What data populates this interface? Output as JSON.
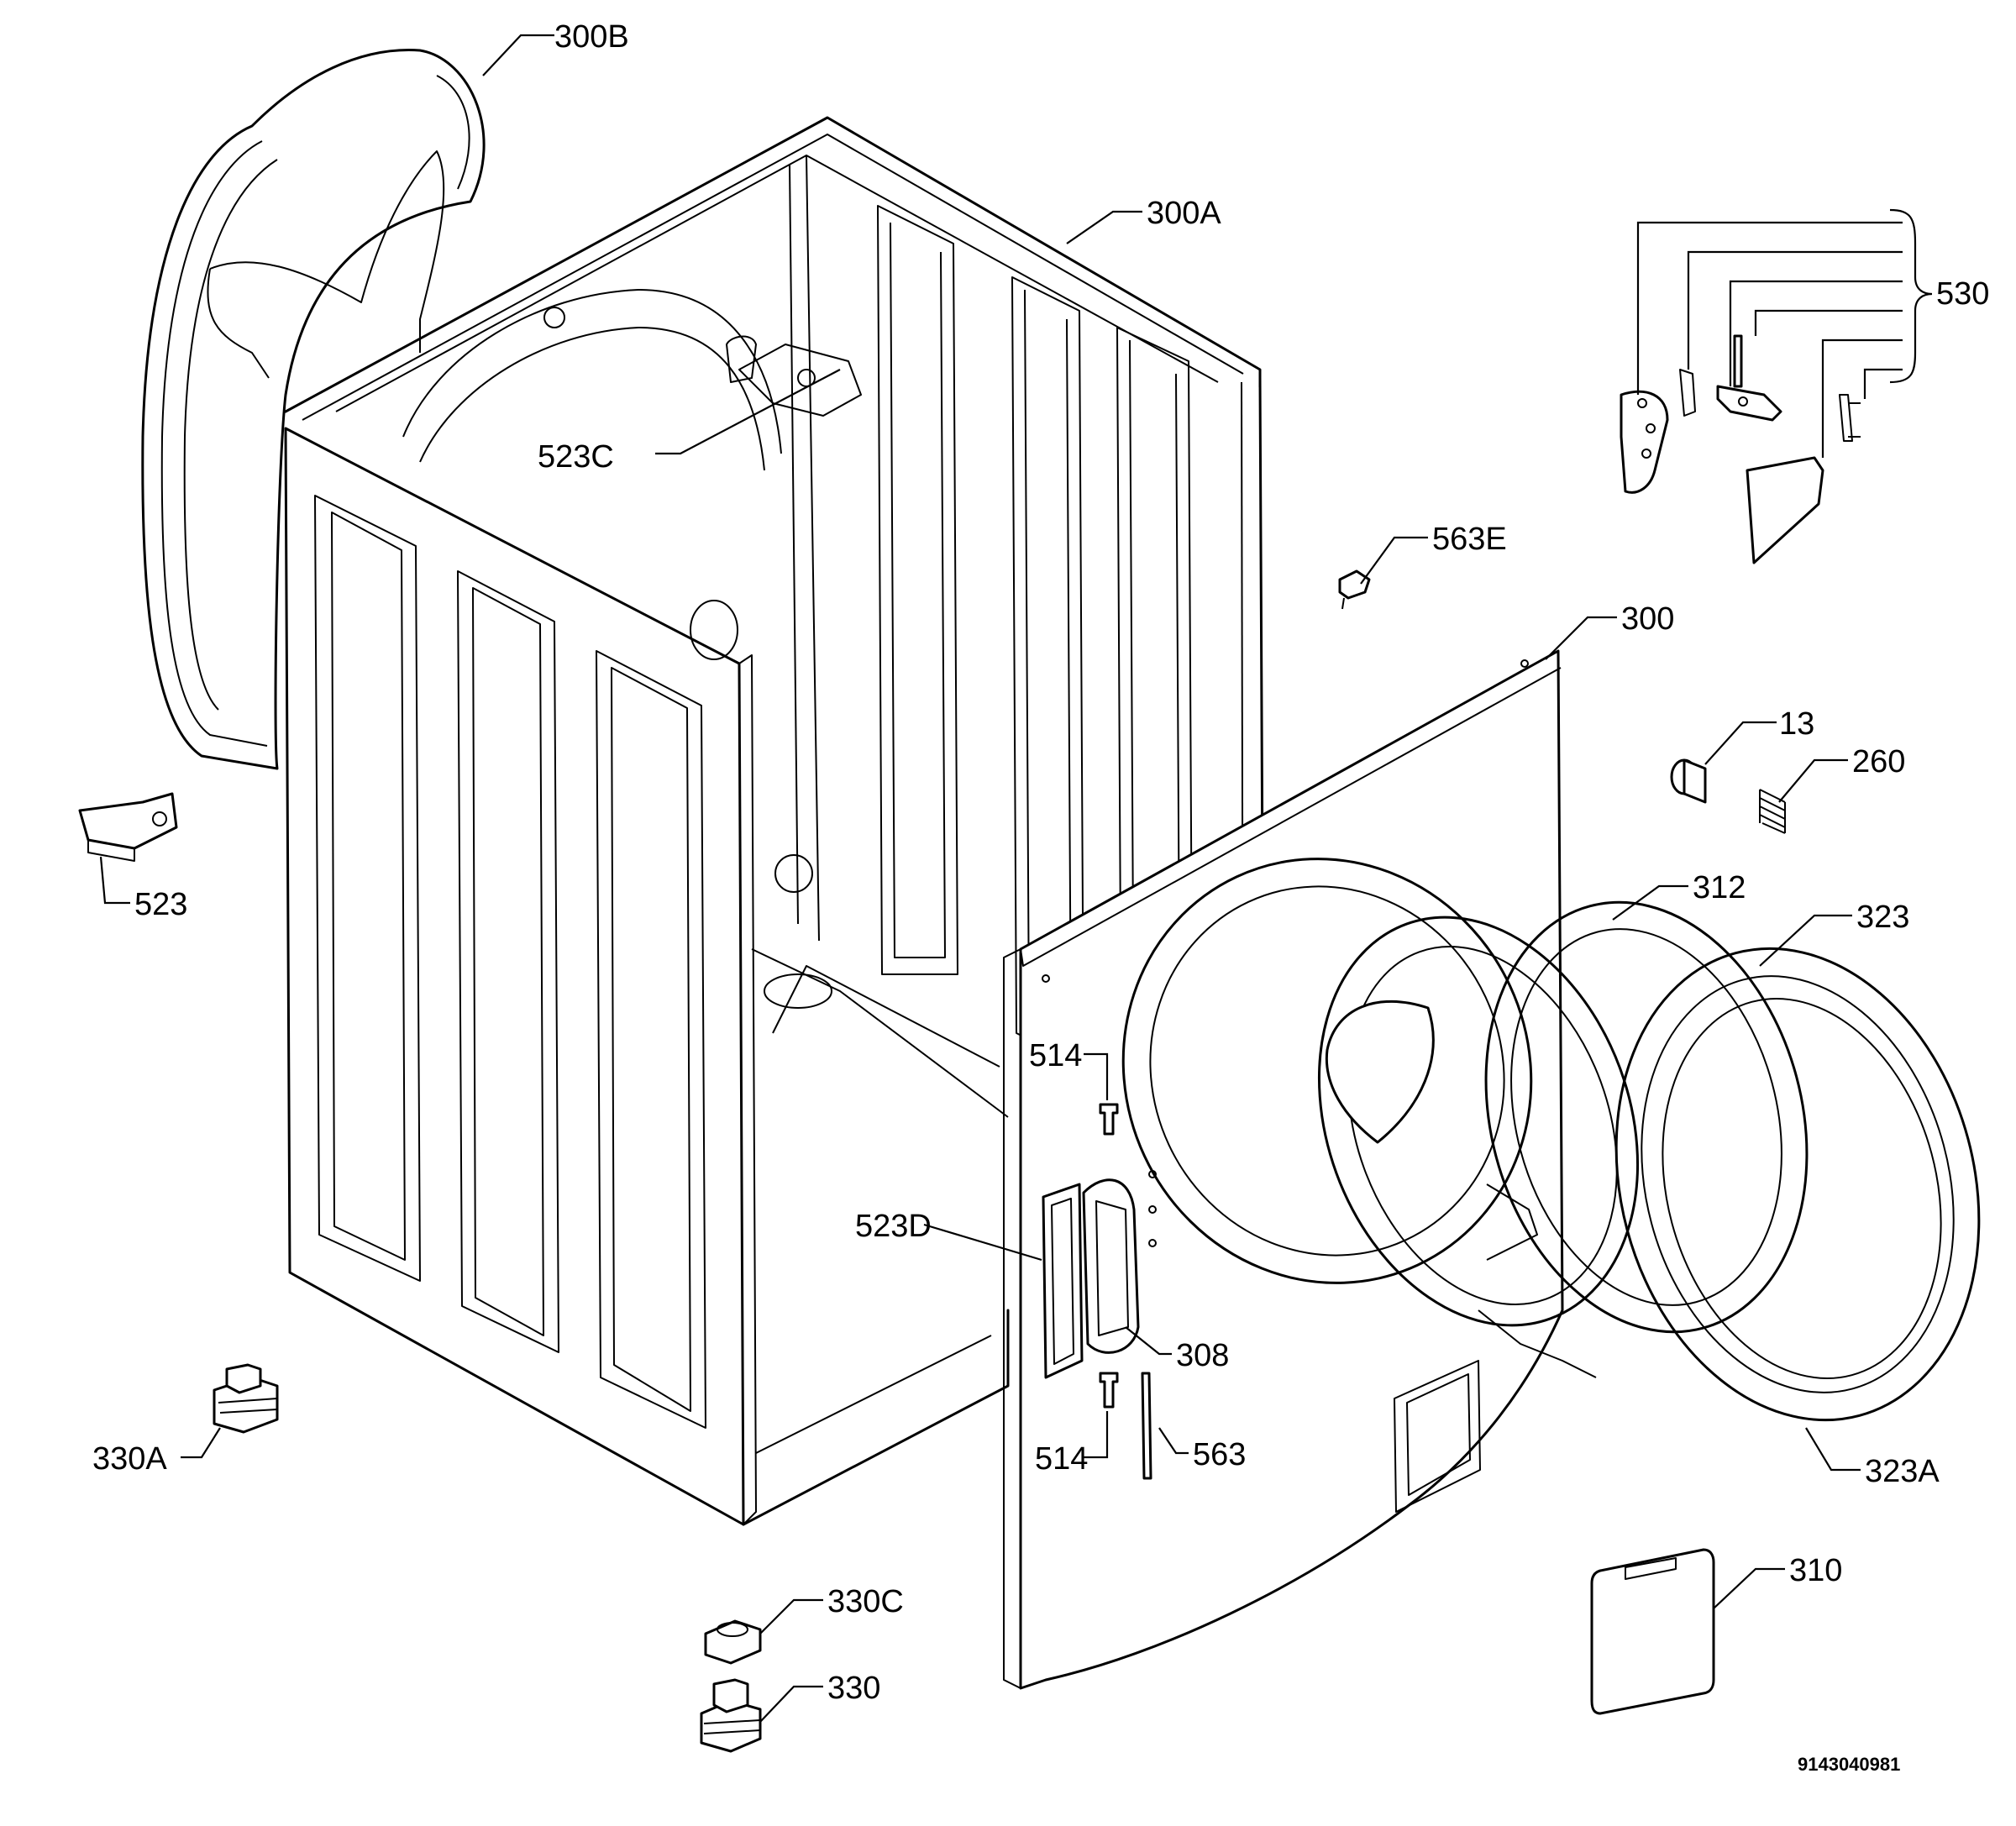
{
  "labels": {
    "l300B": "300B",
    "l300A": "300A",
    "l530": "530",
    "l523C": "523C",
    "l563E": "563E",
    "l300": "300",
    "l13": "13",
    "l260": "260",
    "l523": "523",
    "l312": "312",
    "l323": "323",
    "l514a": "514",
    "l523D": "523D",
    "l308": "308",
    "l330A": "330A",
    "l514b": "514",
    "l563": "563",
    "l323A": "323A",
    "l310": "310",
    "l330C": "330C",
    "l330": "330"
  },
  "drawing_number": "9143040981"
}
